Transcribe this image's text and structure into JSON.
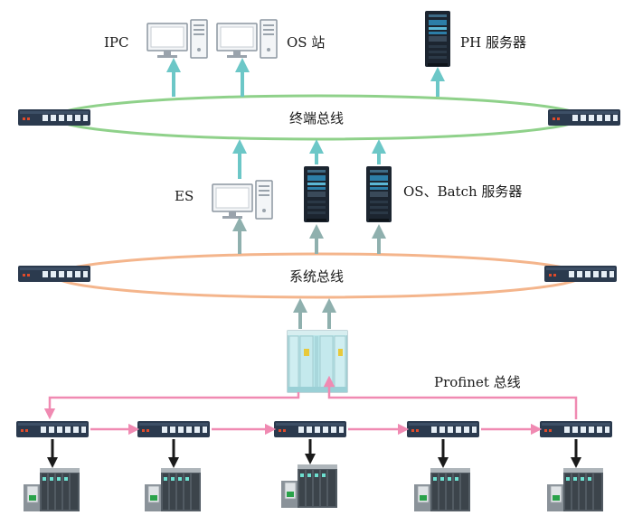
{
  "terminal_bus": {
    "label": "终端总线",
    "color": "#8fd18a"
  },
  "system_bus": {
    "label": "系统总线",
    "color": "#f4b58c"
  },
  "profinet_bus": {
    "label": "Profinet 总线",
    "color": "#f08ab2"
  },
  "devices": {
    "ipc": {
      "label": "IPC",
      "icon": "computer-icon"
    },
    "os_station": {
      "label": "OS 站",
      "icon": "computer-icon"
    },
    "ph_server": {
      "label": "PH 服务器",
      "icon": "server-icon"
    },
    "es": {
      "label": "ES",
      "icon": "computer-icon"
    },
    "os_batch_server": {
      "label": "OS、Batch 服务器",
      "icon": "server-icon"
    },
    "controller": {
      "icon": "plc-controller-icon"
    },
    "io_modules": {
      "icon": "io-module-icon",
      "count": 5
    }
  },
  "colors": {
    "uplink_arrow": "#6cc7c7",
    "system_arrow": "#8fb0ae",
    "down_arrow": "#1a1a1a",
    "switch_body": "#2b3a4e",
    "server_body": "#1c2530"
  }
}
